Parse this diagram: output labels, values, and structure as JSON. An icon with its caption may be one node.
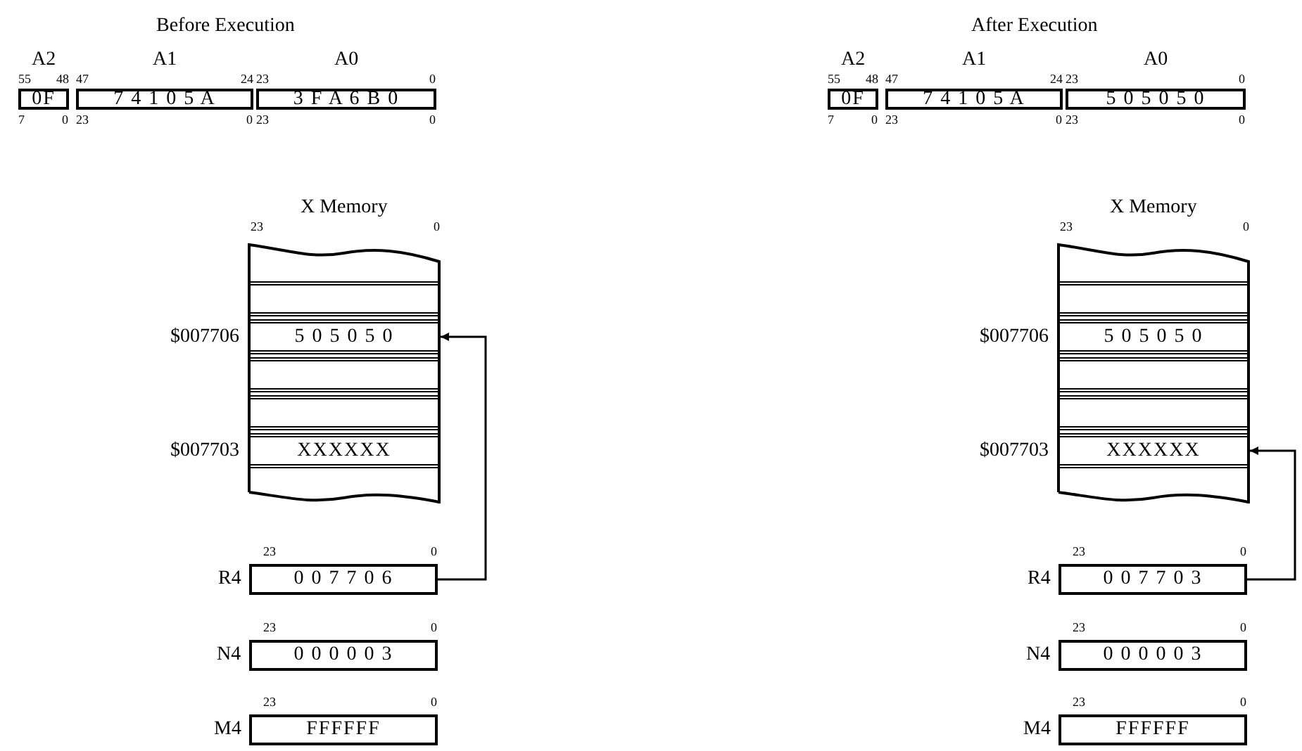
{
  "diagram": {
    "nodes": [
      {
        "text": [
          "A2",
          "0F"
        ],
        "beside": [
          "55",
          "48",
          "7",
          "0"
        ]
      },
      {
        "text": [
          "A1",
          "7 4 1 0 5 A"
        ],
        "beside": [
          "47",
          "24",
          "23",
          "0"
        ]
      },
      {
        "text": [
          "A0",
          "3 F A 6 B 0"
        ],
        "beside": [
          "23",
          "0",
          "23",
          "0"
        ]
      },
      {
        "text": [
          "X Memory"
        ],
        "beside": [
          "23",
          "0"
        ]
      },
      {
        "text": [],
        "shape": "box",
        "in": 3
      },
      {
        "text": [
          "5 0 5 0 5 0"
        ],
        "beside": [
          "$007706"
        ],
        "in": 3
      },
      {
        "text": [],
        "shape": "box",
        "in": 3
      },
      {
        "text": [],
        "shape": "box",
        "in": 3
      },
      {
        "text": [
          "XXXXXX"
        ],
        "beside": [
          "$007703"
        ],
        "in": 3
      },
      {
        "text": [
          "R4",
          "0 0 7 7 0 6"
        ],
        "beside": [
          "23",
          "0"
        ]
      },
      {
        "text": [
          "N4",
          "0 0 0 0 0 3"
        ],
        "beside": [
          "23",
          "0"
        ]
      },
      {
        "text": [
          "M4",
          "FFFFFF"
        ],
        "beside": [
          "23",
          "0"
        ]
      },
      {
        "text": [
          "A2",
          "0F"
        ],
        "beside": [
          "55",
          "48",
          "7",
          "0"
        ]
      },
      {
        "text": [
          "A1",
          "7 4 1 0 5 A"
        ],
        "beside": [
          "47",
          "24",
          "23",
          "0"
        ]
      },
      {
        "text": [
          "A0",
          "5 0 5 0 5 0"
        ],
        "beside": [
          "23",
          "0",
          "23",
          "0"
        ]
      },
      {
        "text": [
          "X Memory"
        ],
        "beside": [
          "23",
          "0"
        ]
      },
      {
        "text": [],
        "shape": "box",
        "in": 15
      },
      {
        "text": [
          "5 0 5 0 5 0"
        ],
        "beside": [
          "$007706"
        ],
        "in": 15
      },
      {
        "text": [],
        "shape": "box",
        "in": 15
      },
      {
        "text": [],
        "shape": "box",
        "in": 15
      },
      {
        "text": [
          "XXXXXX"
        ],
        "beside": [
          "$007703"
        ],
        "in": 15
      },
      {
        "text": [
          "R4",
          "0 0 7 7 0 3"
        ],
        "beside": [
          "23",
          "0"
        ]
      },
      {
        "text": [
          "N4",
          "0 0 0 0 0 3"
        ],
        "beside": [
          "23",
          "0"
        ]
      },
      {
        "text": [
          "M4",
          "FFFFFF"
        ],
        "beside": [
          "23",
          "0"
        ]
      }
    ],
    "edges": [
      {
        "from": 9,
        "to": 5,
        "arrow": "to"
      },
      {
        "from": 21,
        "to": 20,
        "arrow": "to"
      }
    ],
    "labels": [
      "Before Execution",
      "After Execution"
    ]
  }
}
